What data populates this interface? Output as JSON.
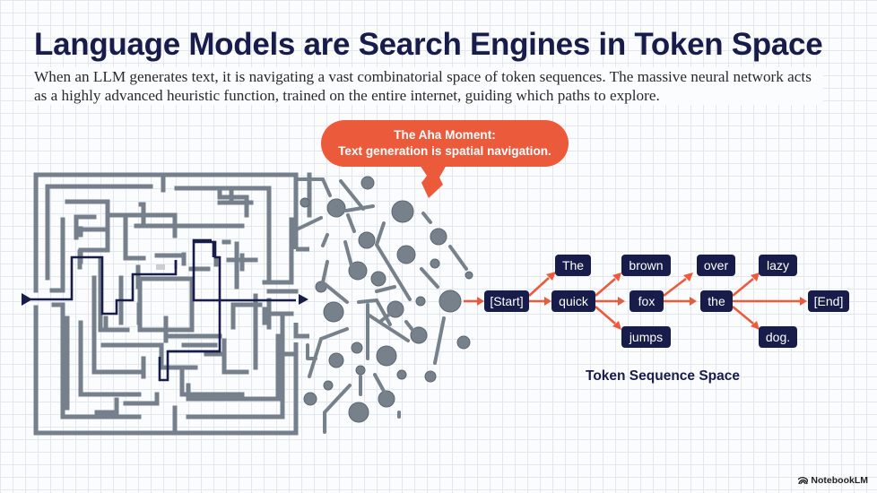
{
  "header": {
    "title": "Language Models are Search Engines in Token Space",
    "subtitle": "When an LLM generates text, it is navigating a vast combinatorial space of token sequences. The massive neural network acts as a highly advanced heuristic function, trained on the entire internet, guiding which paths to explore."
  },
  "callout": {
    "line1": "The Aha Moment:",
    "line2": "Text generation is spatial navigation."
  },
  "tokens": {
    "start": "[Start]",
    "the_cap": "The",
    "quick": "quick",
    "brown": "brown",
    "fox": "fox",
    "jumps": "jumps",
    "over": "over",
    "the": "the",
    "lazy": "lazy",
    "dog": "dog.",
    "end": "[End]"
  },
  "caption": "Token Sequence Space",
  "brand": {
    "icon": "notebooklm-logo-icon",
    "label": "NotebookLM"
  },
  "colors": {
    "navy": "#171c4a",
    "accent": "#ec5a3c",
    "maze": "#75808c"
  }
}
